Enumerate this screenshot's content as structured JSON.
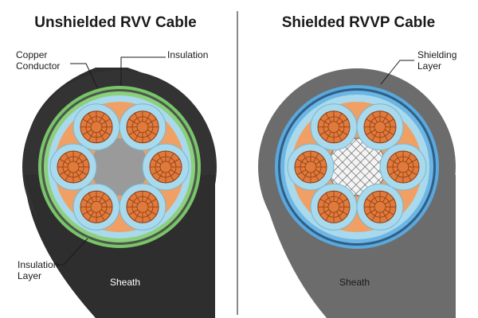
{
  "left": {
    "title": "Unshielded RVV Cable",
    "labels": {
      "conductor_line1": "Copper",
      "conductor_line2": "Conductor",
      "insulation": "Insulation",
      "insulation_layer_line1": "Insulation",
      "insulation_layer_line2": "Layer",
      "sheath": "Sheath"
    }
  },
  "right": {
    "title": "Shielded RVVP Cable",
    "labels": {
      "shielding_line1": "Shielding",
      "shielding_line2": "Layer",
      "sheath": "Sheath"
    }
  },
  "colors": {
    "copper": "#e07a3c",
    "copper_line": "#8a3c12",
    "insulation_blue": "#a9d9ec",
    "filler_orange": "#f0a064",
    "green_wrap": "#7ac46a",
    "shield_blue": "#5aa8dc",
    "sheath_black": "#2e2e2e",
    "sheath_grey": "#6c6c6c",
    "core_grey": "#9a9a9a"
  }
}
